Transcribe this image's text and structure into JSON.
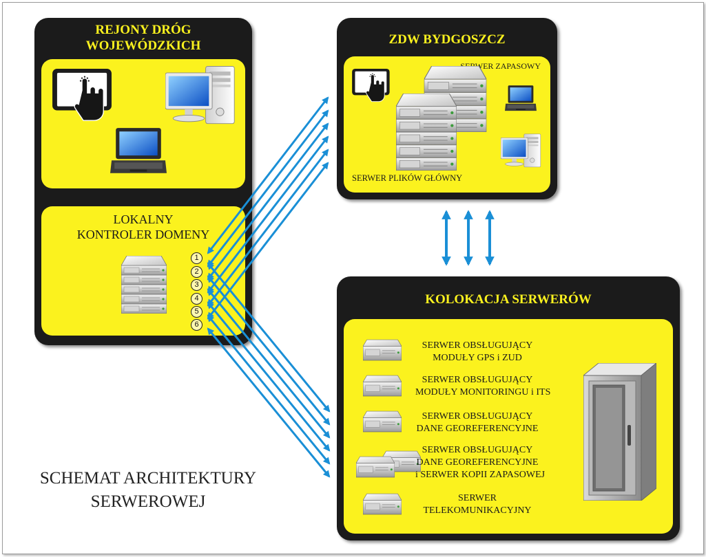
{
  "regions_panel": {
    "title_line1": "REJONY DRÓG",
    "title_line2": "WOJEWÓDZKICH"
  },
  "domain_controller": {
    "title_line1": "LOKALNY",
    "title_line2": "KONTROLER DOMENY",
    "ports": [
      "1",
      "2",
      "3",
      "4",
      "5",
      "6"
    ]
  },
  "zdw_panel": {
    "title": "ZDW BYDGOSZCZ",
    "backup_server_label": "SERWER ZAPASOWY",
    "main_server_label": "SERWER PLIKÓW GŁÓWNY"
  },
  "colocation_panel": {
    "title": "KOLOKACJA SERWERÓW",
    "servers": [
      {
        "line1": "SERWER OBSŁUGUJĄCY",
        "line2": "MODUŁY GPS i ZUD"
      },
      {
        "line1": "SERWER OBSŁUGUJĄCY",
        "line2": "MODUŁY MONITORINGU i ITS"
      },
      {
        "line1": "SERWER OBSŁUGUJĄCY",
        "line2": "DANE GEOREFERENCYJNE"
      },
      {
        "line1": "SERWER OBSŁUGUJĄCY",
        "line2": "DANE GEOREFERENCYJNE",
        "line3": "i SERWER KOPII ZAPASOWEJ"
      },
      {
        "line1": "SERWER",
        "line2": "TELEKOMUNIKACYJNY"
      }
    ]
  },
  "caption": {
    "line1": "SCHEMAT ARCHITEKTURY",
    "line2": "SERWEROWEJ"
  },
  "colors": {
    "panel": "#1b1b1b",
    "panel_inner": "#fbf21e",
    "title_text": "#fbf21e",
    "arrow": "#1a8fd6"
  },
  "icons": [
    "tablet-touch-icon",
    "desktop-computer-icon",
    "laptop-icon",
    "server-rack-icon",
    "server-stack-icon",
    "server-cabinet-icon"
  ]
}
